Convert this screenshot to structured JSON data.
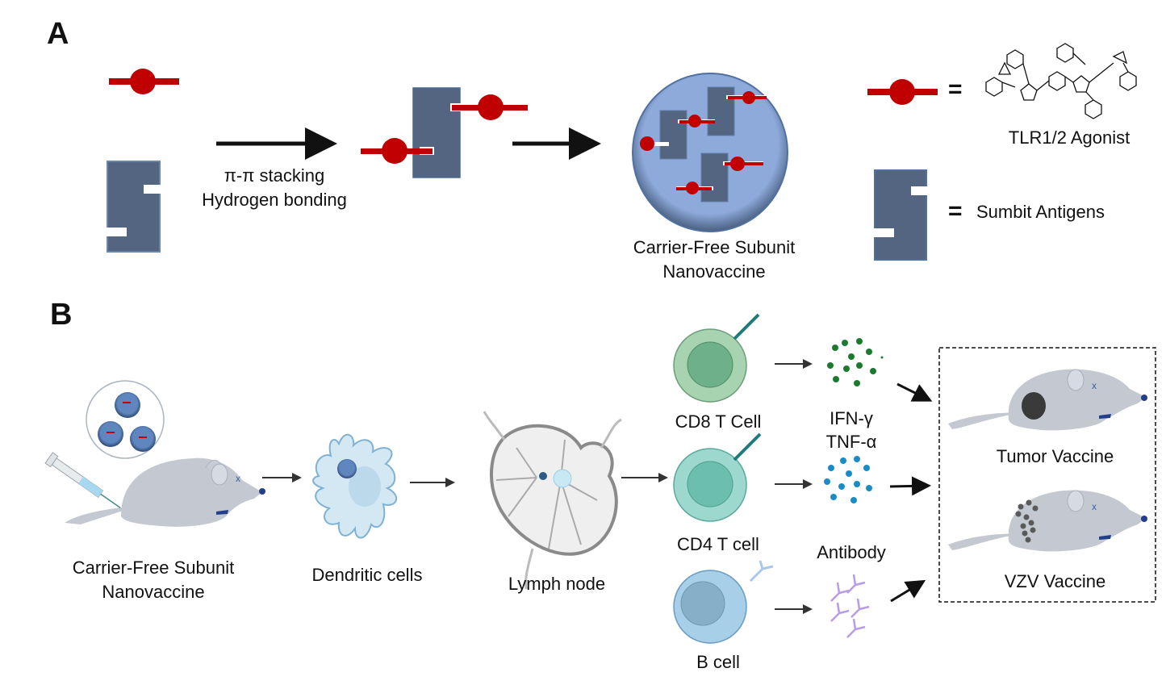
{
  "panel_a": {
    "label": "A",
    "interaction_line1": "π-π stacking",
    "interaction_line2": "Hydrogen bonding",
    "nanovaccine_line1": "Carrier-Free Subunit",
    "nanovaccine_line2": "Nanovaccine",
    "legend": [
      {
        "symbol": "red-ball-and-stick",
        "equals": "=",
        "label": "TLR1/2 Agonist"
      },
      {
        "symbol": "antigen-block",
        "equals": "=",
        "label": "Sumbit Antigens"
      }
    ]
  },
  "panel_b": {
    "label": "B",
    "steps": [
      {
        "line1": "Carrier-Free Subunit",
        "line2": "Nanovaccine"
      },
      {
        "line1": "Dendritic cells"
      },
      {
        "line1": "Lymph node"
      }
    ],
    "cells": [
      {
        "label": "CD8 T Cell",
        "color": "#a8d3b0"
      },
      {
        "label": "CD4 T cell",
        "color": "#9dd8cf"
      },
      {
        "label": "B cell",
        "color": "#a7cfe8"
      }
    ],
    "products": {
      "cytokines_line1": "IFN-γ",
      "cytokines_line2": "TNF-α",
      "antibody": "Antibody"
    },
    "outcomes": [
      {
        "label": "Tumor Vaccine"
      },
      {
        "label": "VZV Vaccine"
      }
    ]
  },
  "colors": {
    "agonist_red": "#c00000",
    "antigen_slate": "#536580",
    "nanoparticle_blue": "#8eaadb",
    "mouse_gray": "#c4c8d0"
  }
}
